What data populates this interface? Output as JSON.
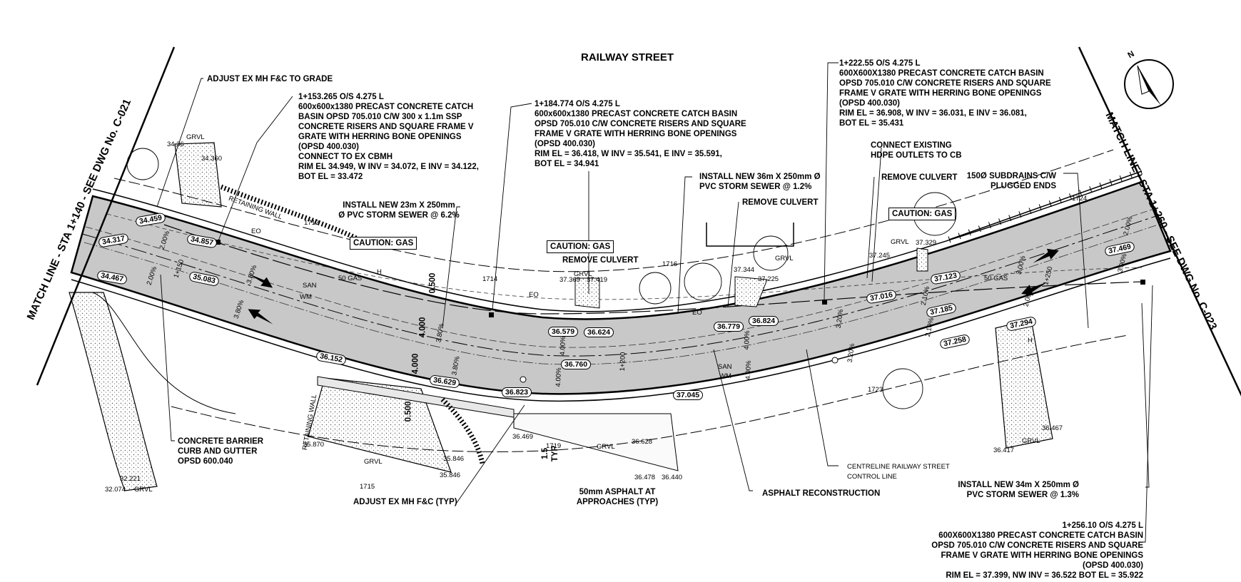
{
  "drawing": {
    "title": "RAILWAY STREET",
    "match_line_left": "MATCH LINE - STA 1+140 - SEE DWG No. C-021",
    "match_line_right": "MATCH LINE - STA 1+260 - SEE DWG No. C-023",
    "north_label": "N"
  },
  "callouts": {
    "adjust_mh": "ADJUST EX MH F&C TO GRADE",
    "cb1": "1+153.265 O/S 4.275 L\n600x600x1380 PRECAST CONCRETE CATCH\nBASIN OPSD 705.010 C/W 300 x 1.1m SSP\nCONCRETE RISERS AND SQUARE FRAME V\nGRATE WITH HERRING BONE OPENINGS\n(OPSD 400.030)\nCONNECT TO EX CBMH\nRIM EL 34.949, W INV = 34.072, E INV = 34.122,\nBOT EL = 33.472",
    "cb2": "1+184.774 O/S 4.275 L\n600x600x1380 PRECAST CONCRETE CATCH BASIN\nOPSD 705.010 C/W CONCRETE RISERS AND SQUARE\nFRAME V GRATE WITH HERRING BONE OPENINGS\n(OPSD 400.030)\nRIM EL = 36.418, W INV = 35.541, E INV = 35.591,\nBOT EL = 34.941",
    "cb3": "1+222.55 O/S 4.275 L\n600X600X1380 PRECAST CONCRETE CATCH BASIN\nOPSD 705.010 C/W CONCRETE RISERS AND SQUARE\nFRAME V GRATE WITH HERRING BONE OPENINGS\n(OPSD 400.030)\nRIM EL = 36.908, W INV = 36.031, E INV = 36.081,\nBOT EL = 35.431",
    "cb4": "1+256.10 O/S 4.275 L\n600X600X1380 PRECAST CONCRETE CATCH BASIN\nOPSD 705.010 C/W CONCRETE RISERS AND SQUARE\nFRAME V GRATE WITH HERRING BONE OPENINGS\n(OPSD 400.030)\nRIM EL = 37.399, NW INV = 36.522 BOT EL = 35.922",
    "storm_23": "INSTALL NEW 23m X 250mm\nØ PVC STORM SEWER @ 6.2%",
    "storm_36": "INSTALL NEW 36m X 250mm Ø\nPVC STORM SEWER @ 1.2%",
    "storm_34": "INSTALL NEW 34m X 250mm Ø\nPVC STORM SEWER @ 1.3%",
    "remove_culvert": "REMOVE CULVERT",
    "connect_hdpe": "CONNECT EXISTING\nHDPE OUTLETS TO CB",
    "subdrains": "150Ø SUBDRAINS C/W\nPLUGGED ENDS",
    "caution_gas": "CAUTION: GAS",
    "barrier": "CONCRETE BARRIER\nCURB AND GUTTER\nOPSD 600.040",
    "adjust_typ": "ADJUST EX MH F&C (TYP)",
    "asphalt_approaches": "50mm ASPHALT AT\nAPPROACHES (TYP)",
    "asphalt_recon": "ASPHALT RECONSTRUCTION",
    "centreline": "CENTRELINE RAILWAY STREET\nCONTROL LINE",
    "typ_15": "1.5\nTYP"
  },
  "map_labels": {
    "grvl": "GRVL",
    "retaining_wall": "RETAINING WALL",
    "san": "SAN",
    "wm": "WM",
    "gas50": "50 GAS",
    "eo": "EO",
    "h": "H",
    "lot_1712": "1712",
    "lot_1714": "1714",
    "lot_1716": "1716",
    "lot_1715": "1715",
    "lot_1719": "1719",
    "lot_1723": "1723",
    "lot_1724": "1724",
    "sta_1150": "1+150",
    "sta_1200": "1+200",
    "sta_1250": "1+250",
    "dim_4000": "4.000",
    "dim_0500": "0.500"
  },
  "elevations": {
    "e34459": "34.459",
    "e34857": "34.857",
    "e34317": "34.317",
    "e35083": "35.083",
    "e34467": "34.467",
    "e36152": "36.152",
    "e36629": "36.629",
    "e36823": "36.823",
    "e36579": "36.579",
    "e36624": "36.624",
    "e36760": "36.760",
    "e37045": "37.045",
    "e36779": "36.779",
    "e36824": "36.824",
    "e37016": "37.016",
    "e37123": "37.123",
    "e37185": "37.185",
    "e37294": "37.294",
    "e37258": "37.258",
    "e37469": "37.469"
  },
  "spot_elevations": {
    "s1": "34.36",
    "s2": "34.360",
    "s3": "37.369",
    "s4": "37.419",
    "s5": "37.344",
    "s6": "37.225",
    "s7": "37.245",
    "s8": "37.329",
    "s9": "36.469",
    "s10": "36.628",
    "s11": "36.478",
    "s12": "36.440",
    "s13": "35.846",
    "s14": "35.846",
    "s15": "35.870",
    "s16": "32.074",
    "s17": "32.221",
    "s18": "36.417",
    "s19": "36.467"
  },
  "slopes": {
    "p1": "2.00%",
    "p2": "3.80%",
    "p3": "3.80%",
    "p4": "2.00%",
    "p5": "3.80%",
    "p6": "3.80%",
    "p7": "4.00%",
    "p8": "4.00%",
    "p9": "4.00%",
    "p10": "4.00%",
    "p11": "3.20%",
    "p12": "3.20%",
    "p13": "2.10%",
    "p14": "2.10%",
    "p15": "3.00%",
    "p16": "2.00%",
    "p17": "3.00%",
    "p18": "2.00%"
  }
}
